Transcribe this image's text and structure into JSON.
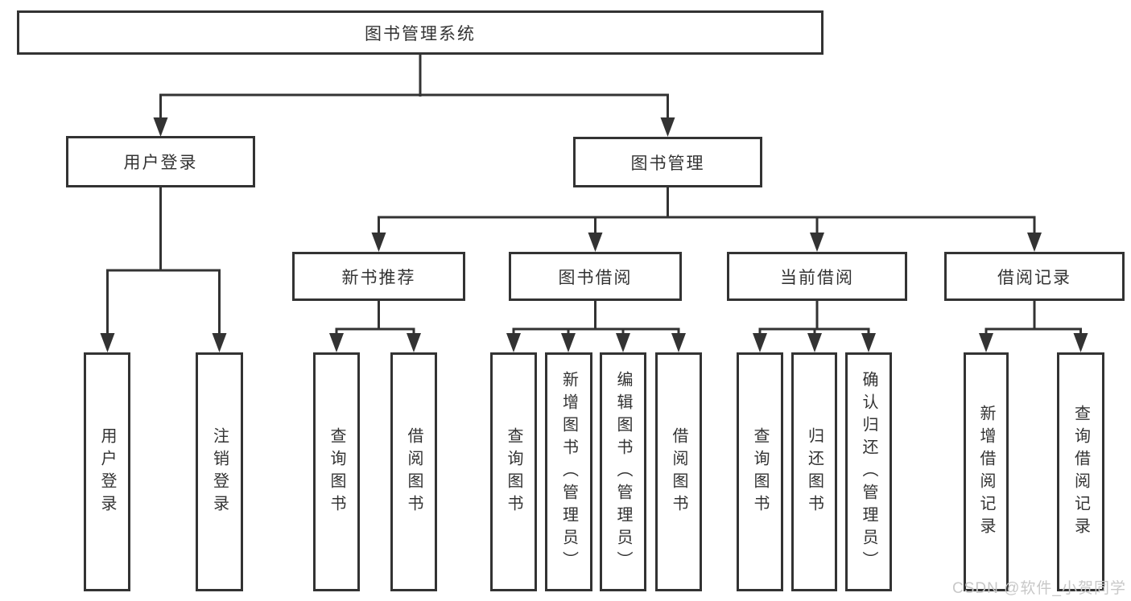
{
  "tree": {
    "label": "图书管理系统",
    "children": [
      {
        "label": "用户登录",
        "children": [
          {
            "label": "用户登录"
          },
          {
            "label": "注销登录"
          }
        ]
      },
      {
        "label": "图书管理",
        "children": [
          {
            "label": "新书推荐",
            "children": [
              {
                "label": "查询图书"
              },
              {
                "label": "借阅图书"
              }
            ]
          },
          {
            "label": "图书借阅",
            "children": [
              {
                "label": "查询图书"
              },
              {
                "label": "新增图书（管理员）"
              },
              {
                "label": "编辑图书（管理员）"
              },
              {
                "label": "借阅图书"
              }
            ]
          },
          {
            "label": "当前借阅",
            "children": [
              {
                "label": "查询图书"
              },
              {
                "label": "归还图书"
              },
              {
                "label": "确认归还（管理员）"
              }
            ]
          },
          {
            "label": "借阅记录",
            "children": [
              {
                "label": "新增借阅记录"
              },
              {
                "label": "查询借阅记录"
              }
            ]
          }
        ]
      }
    ]
  },
  "watermark": {
    "text": "CSDN @软件_小贺同学"
  },
  "colors": {
    "line": "#333333",
    "text": "#333333",
    "box_fill": "#ffffff",
    "background": "#ffffff",
    "watermark": "#c8c8c8"
  }
}
